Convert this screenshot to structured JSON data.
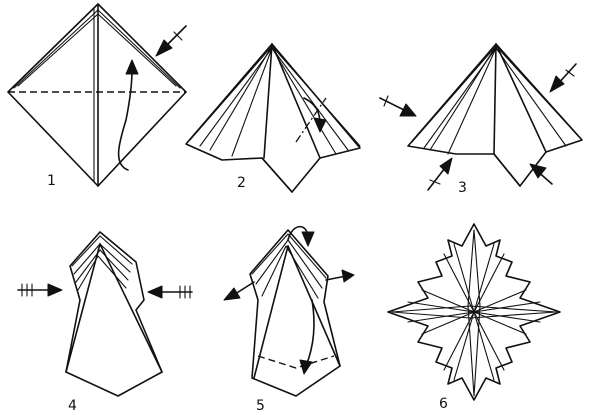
{
  "steps": [
    {
      "id": "1",
      "label": "1"
    },
    {
      "id": "2",
      "label": "2"
    },
    {
      "id": "3",
      "label": "3"
    },
    {
      "id": "4",
      "label": "4"
    },
    {
      "id": "5",
      "label": "5"
    },
    {
      "id": "6",
      "label": "6"
    }
  ],
  "colors": {
    "ink": "#111111",
    "paper": "#ffffff"
  }
}
